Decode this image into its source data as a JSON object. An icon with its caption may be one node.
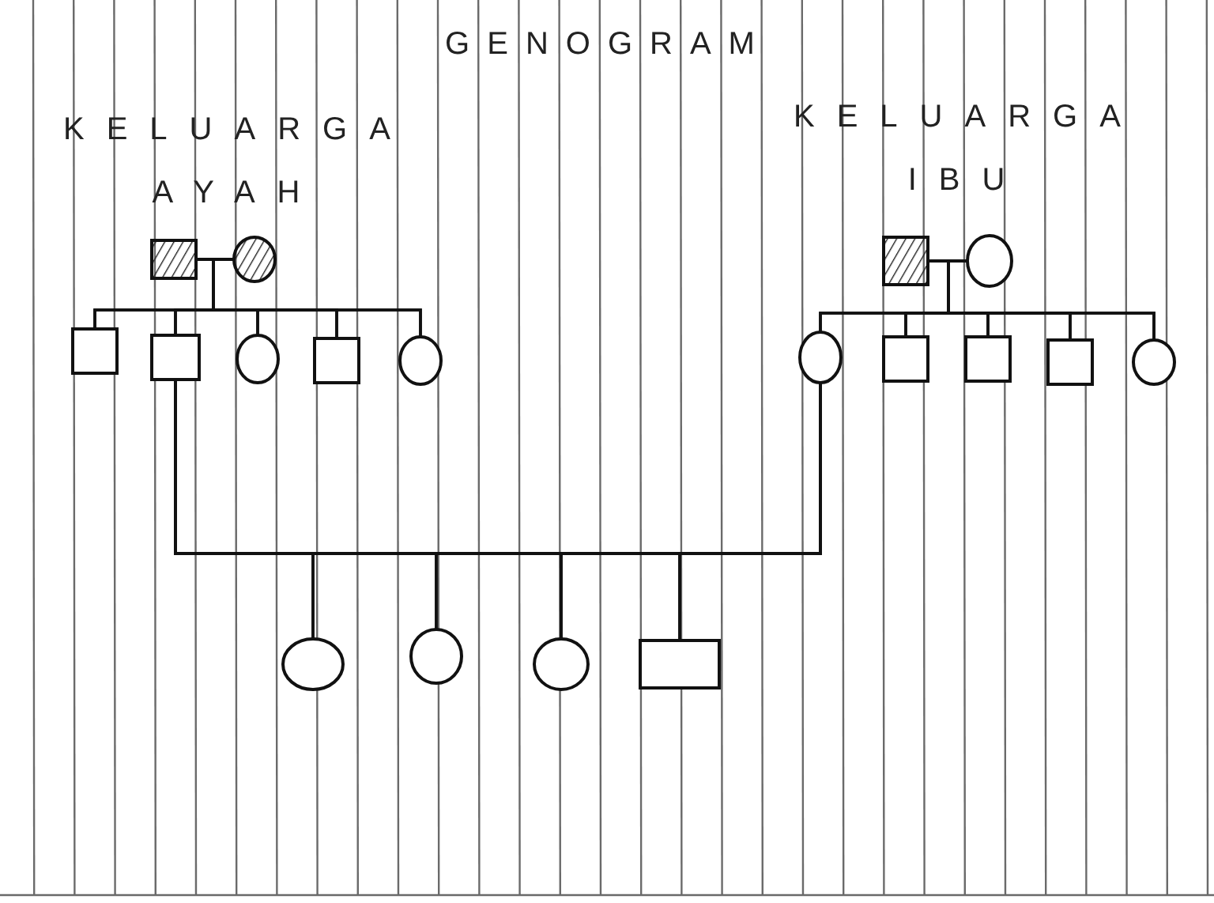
{
  "diagram": {
    "title": "GENOGRAM",
    "nodes": [
      {
        "text": [],
        "shape": "box"
      },
      {
        "text": [],
        "shape": "circle"
      },
      {
        "text": [],
        "shape": "box"
      },
      {
        "text": [],
        "shape": "circle"
      },
      {
        "text": [],
        "shape": "box"
      },
      {
        "text": [],
        "shape": "box"
      },
      {
        "text": [],
        "shape": "circle"
      },
      {
        "text": [],
        "shape": "box"
      },
      {
        "text": [],
        "shape": "circle"
      },
      {
        "text": [],
        "shape": "circle"
      },
      {
        "text": [],
        "shape": "box"
      },
      {
        "text": [],
        "shape": "box"
      },
      {
        "text": [],
        "shape": "box"
      },
      {
        "text": [],
        "shape": "circle"
      },
      {
        "text": [],
        "shape": "circle"
      },
      {
        "text": [],
        "shape": "circle"
      },
      {
        "text": [],
        "shape": "circle"
      },
      {
        "text": [],
        "shape": "box"
      }
    ],
    "edges": [
      {
        "from": 0,
        "to": 1,
        "arrow": "none"
      },
      {
        "from": 0,
        "to": 4,
        "arrow": "none"
      },
      {
        "from": 0,
        "to": 5,
        "arrow": "none"
      },
      {
        "from": 0,
        "to": 6,
        "arrow": "none"
      },
      {
        "from": 0,
        "to": 7,
        "arrow": "none"
      },
      {
        "from": 0,
        "to": 8,
        "arrow": "none"
      },
      {
        "from": 1,
        "to": 4,
        "arrow": "none"
      },
      {
        "from": 1,
        "to": 5,
        "arrow": "none"
      },
      {
        "from": 1,
        "to": 6,
        "arrow": "none"
      },
      {
        "from": 1,
        "to": 7,
        "arrow": "none"
      },
      {
        "from": 1,
        "to": 8,
        "arrow": "none"
      },
      {
        "from": 2,
        "to": 3,
        "arrow": "none"
      },
      {
        "from": 2,
        "to": 9,
        "arrow": "none"
      },
      {
        "from": 2,
        "to": 10,
        "arrow": "none"
      },
      {
        "from": 2,
        "to": 11,
        "arrow": "none"
      },
      {
        "from": 2,
        "to": 12,
        "arrow": "none"
      },
      {
        "from": 2,
        "to": 13,
        "arrow": "none"
      },
      {
        "from": 3,
        "to": 9,
        "arrow": "none"
      },
      {
        "from": 3,
        "to": 10,
        "arrow": "none"
      },
      {
        "from": 3,
        "to": 11,
        "arrow": "none"
      },
      {
        "from": 3,
        "to": 12,
        "arrow": "none"
      },
      {
        "from": 3,
        "to": 13,
        "arrow": "none"
      },
      {
        "from": 5,
        "to": 9,
        "arrow": "none"
      },
      {
        "from": 5,
        "to": 14,
        "arrow": "none"
      },
      {
        "from": 5,
        "to": 15,
        "arrow": "none"
      },
      {
        "from": 5,
        "to": 16,
        "arrow": "none"
      },
      {
        "from": 5,
        "to": 17,
        "arrow": "none"
      },
      {
        "from": 9,
        "to": 14,
        "arrow": "none"
      },
      {
        "from": 9,
        "to": 15,
        "arrow": "none"
      },
      {
        "from": 9,
        "to": 16,
        "arrow": "none"
      },
      {
        "from": 9,
        "to": 17,
        "arrow": "none"
      }
    ],
    "labels": [
      "KELUARGA AYAH",
      "KELUARGA IBU"
    ]
  }
}
